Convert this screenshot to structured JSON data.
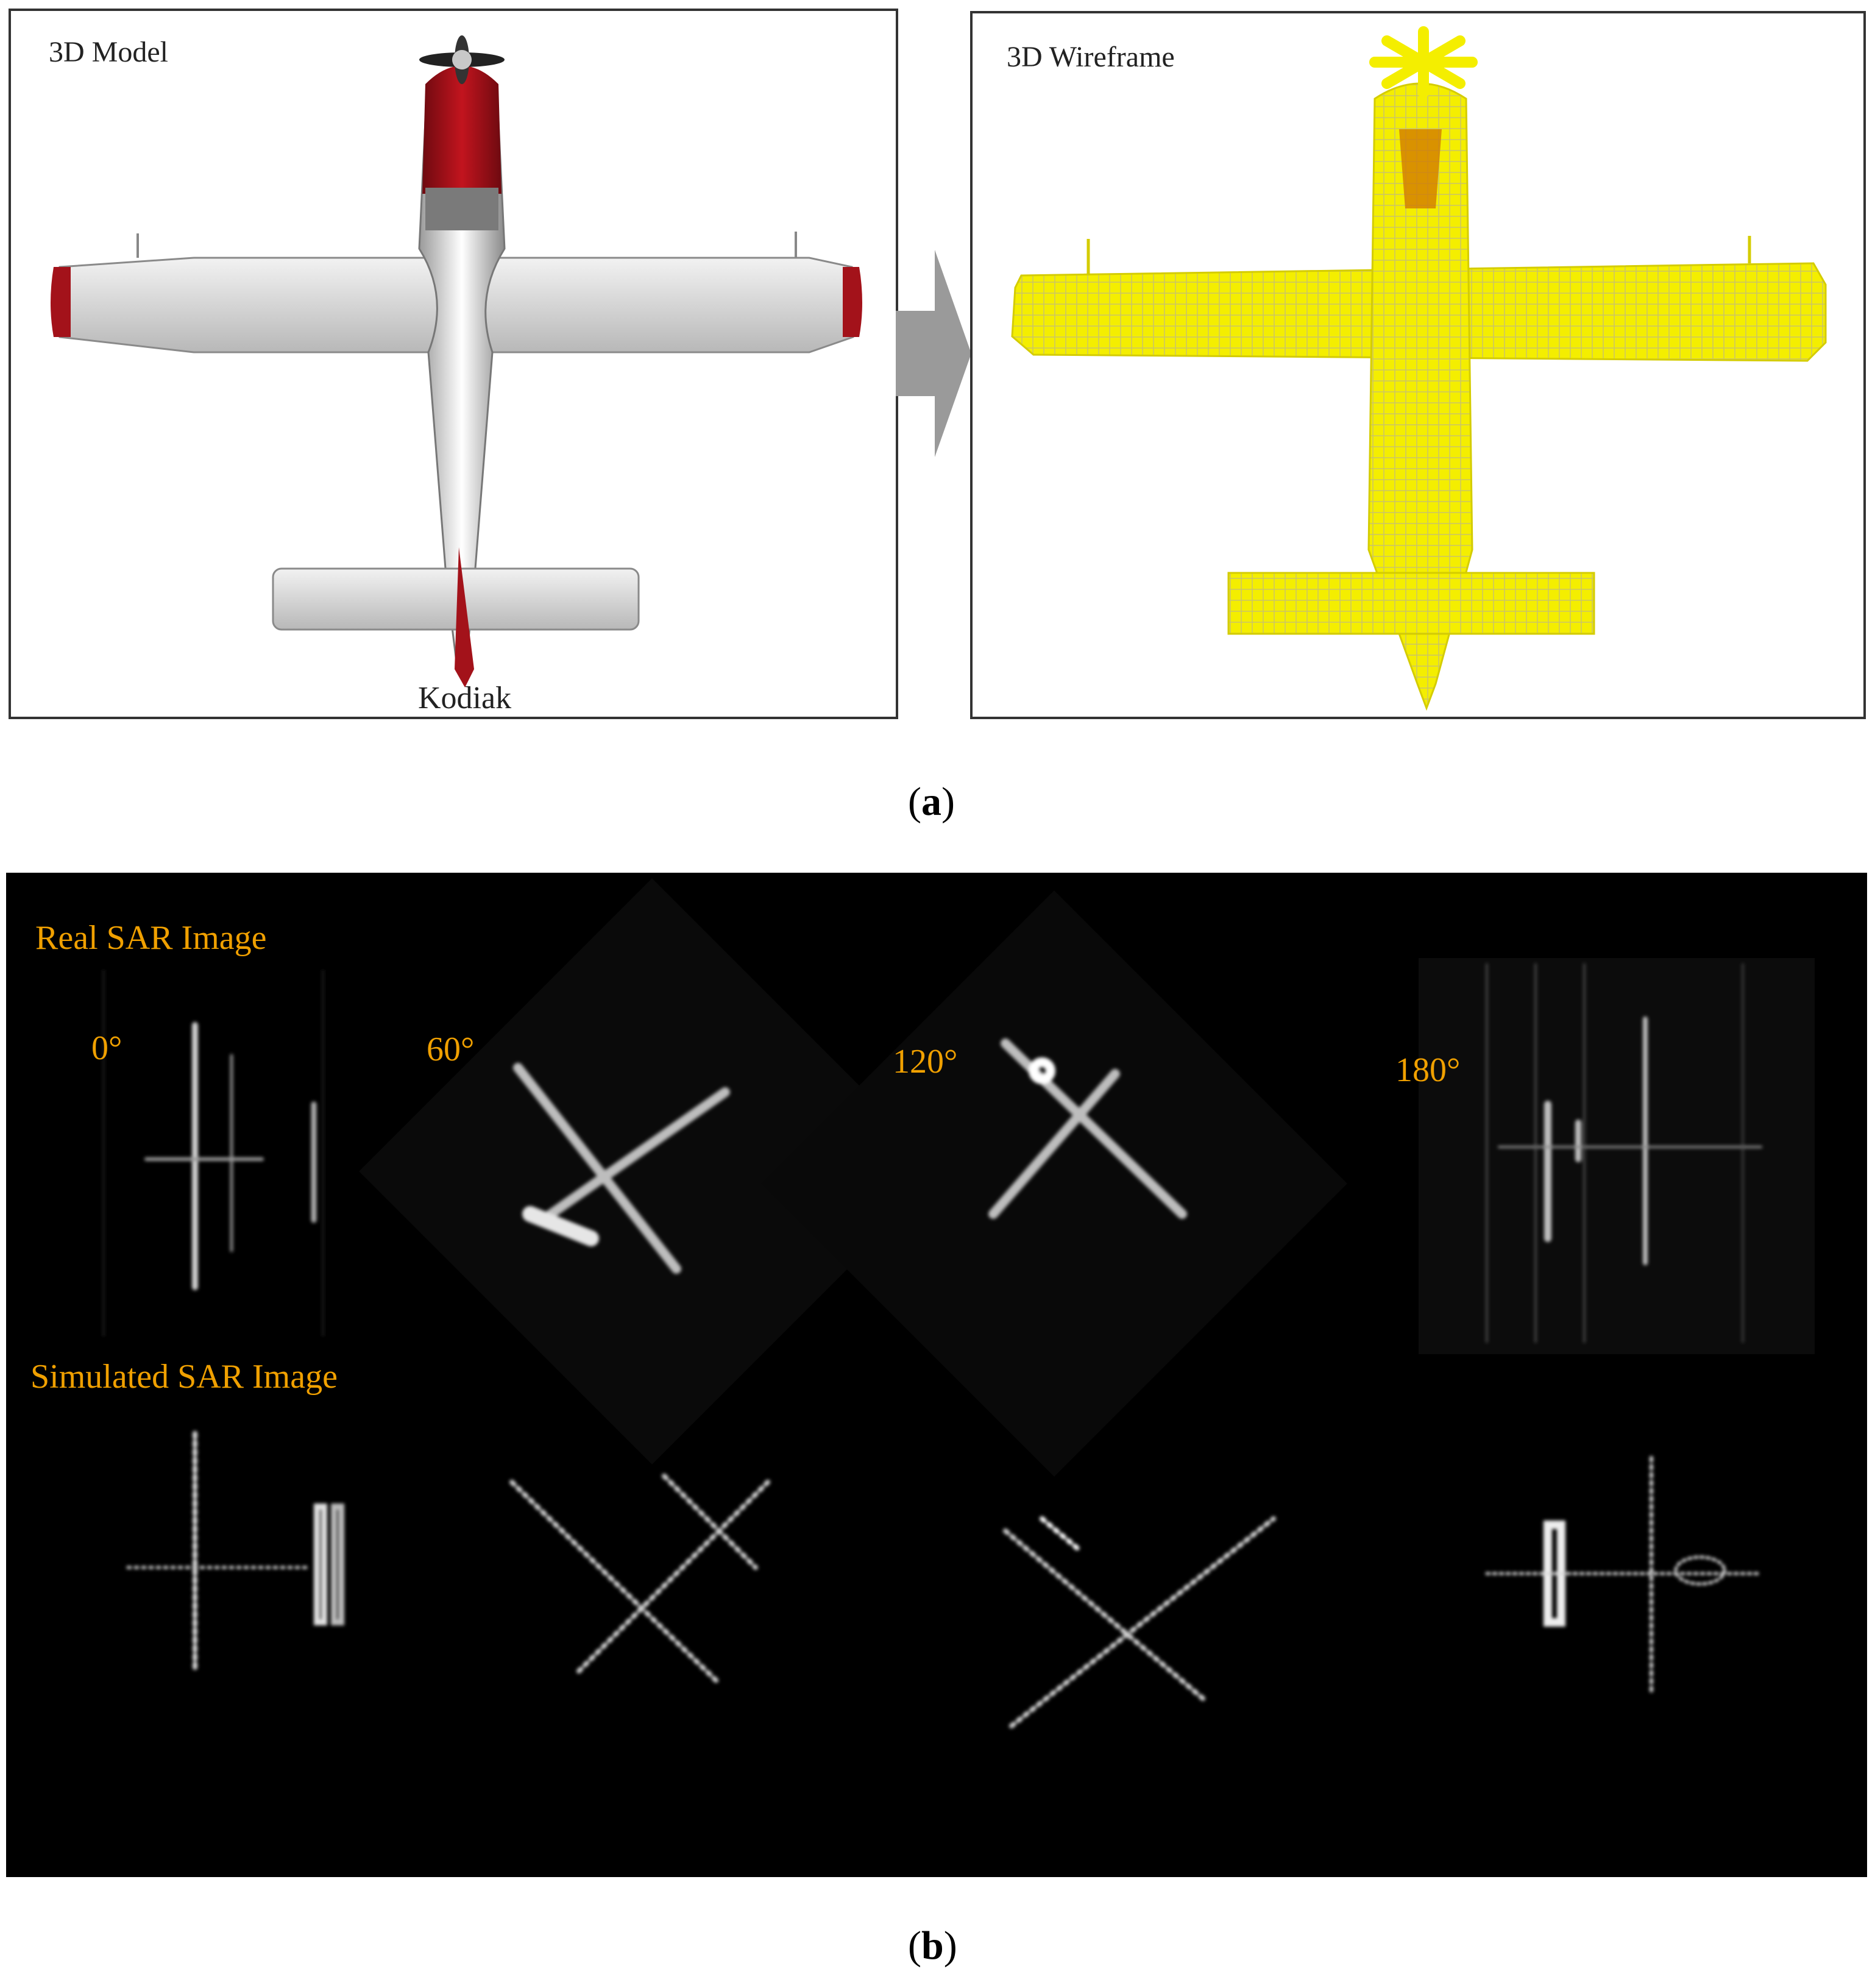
{
  "panel_a": {
    "model_label": "3D Model",
    "wire_label": "3D Wireframe",
    "aircraft_name": "Kodiak",
    "caption_open": "(",
    "caption_letter": "a",
    "caption_close": ")"
  },
  "panel_b": {
    "real_title": "Real SAR Image",
    "sim_title": "Simulated  SAR Image",
    "angles": [
      "0°",
      "60°",
      "120°",
      "180°"
    ],
    "caption_open": "(",
    "caption_letter": "b",
    "caption_close": ")"
  },
  "colors": {
    "label_orange": "#f0a000",
    "wireframe_yellow": "#f4ee00",
    "nose_red": "#a3121a",
    "arrow_gray": "#9a9a9a"
  }
}
